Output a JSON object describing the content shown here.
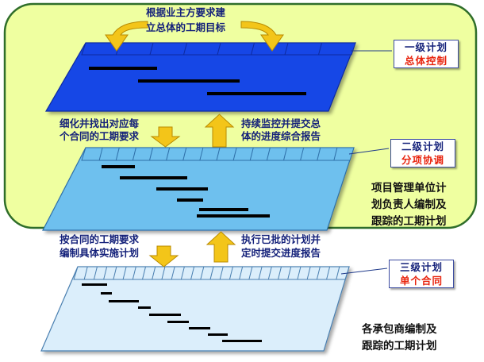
{
  "colors": {
    "frame_fill": "#efffa0",
    "frame_stroke": "#2f6e2a",
    "level1_fill": "#1646e6",
    "level2_fill": "#6ec0ee",
    "level3_fill": "#dbeefb",
    "bar": "#000000",
    "arrow_fill": "#f3c519",
    "callout_line": "#1f3a8a",
    "label_level": "#14217a",
    "label_name": "#e8220c"
  },
  "top_annotation": {
    "line1": "根据业主方要求建",
    "line2": "立总体的工期目标"
  },
  "levels": [
    {
      "level_label": "一级计划",
      "level_name": "总体控制"
    },
    {
      "level_label": "二级计划",
      "level_name": "分项协调"
    },
    {
      "level_label": "三级计划",
      "level_name": "单个合同"
    }
  ],
  "annotations_12": {
    "down": {
      "line1": "细化并找出对应每",
      "line2": "个合同的工期要求"
    },
    "up": {
      "line1": "持续监控并提交总",
      "line2": "体的进度综合报告"
    }
  },
  "annotations_23": {
    "down": {
      "line1": "按合同的工期要求",
      "line2": "编制具体实施计划"
    },
    "up": {
      "line1": "执行已批的计划并",
      "line2": "定时提交进度报告"
    }
  },
  "side_notes": {
    "pm_unit": {
      "line1": "项目管理单位计",
      "line2": "划负责人编制及",
      "line3": "跟踪的工期计划"
    },
    "contractors": {
      "line1": "各承包商编制及",
      "line2": "跟踪的工期计划"
    }
  }
}
